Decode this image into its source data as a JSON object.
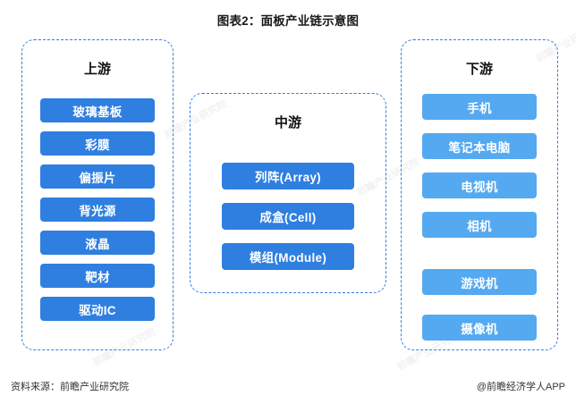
{
  "title": "图表2：面板产业链示意图",
  "columns": [
    {
      "key": "upstream",
      "label": "上游",
      "items": [
        "玻璃基板",
        "彩膜",
        "偏振片",
        "背光源",
        "液晶",
        "靶材",
        "驱动IC"
      ]
    },
    {
      "key": "midstream",
      "label": "中游",
      "items": [
        "列阵(Array)",
        "成盒(Cell)",
        "模组(Module)"
      ]
    },
    {
      "key": "downstream",
      "label": "下游",
      "items": [
        "手机",
        "笔记本电脑",
        "电视机",
        "相机",
        "游戏机",
        "摄像机"
      ]
    }
  ],
  "footer": {
    "source": "资料来源：前瞻产业研究院",
    "brand": "@前瞻经济学人APP"
  },
  "watermarks": [
    "前瞻产业研究院",
    "前瞻产业研究院",
    "前瞻产业研究院",
    "前瞻产业研究院",
    "前瞻产业研究院",
    "前瞻产业研究院"
  ],
  "colors": {
    "border": "#2f7fe0",
    "chip_primary": "#2e7fe0",
    "chip_secondary": "#54a9f0",
    "text": "#1a1a1a"
  }
}
